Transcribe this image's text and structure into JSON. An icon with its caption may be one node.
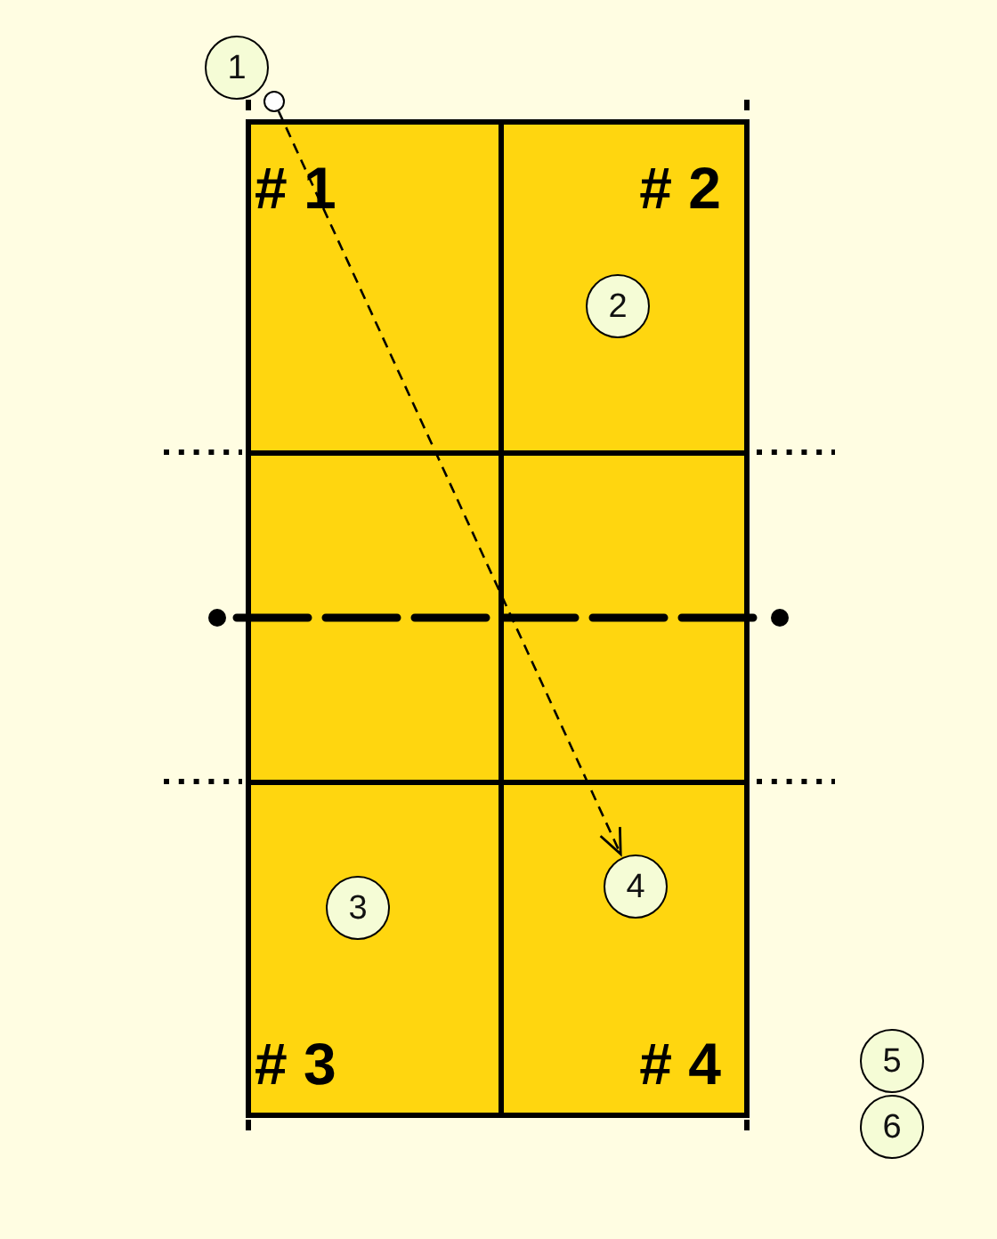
{
  "diagram": {
    "nodes": [
      {
        "text": [
          "1"
        ]
      },
      {
        "text": [],
        "shape": "circle"
      },
      {
        "text": [
          "# 1",
          "# 2",
          "# 3",
          "# 4"
        ]
      },
      {
        "text": [
          "2"
        ],
        "in": 2
      },
      {
        "text": [
          "3"
        ],
        "in": 2
      },
      {
        "text": [
          "4"
        ],
        "in": 2
      },
      {
        "text": [
          "5"
        ]
      },
      {
        "text": [
          "6"
        ]
      }
    ],
    "edges": [
      {
        "from": 1,
        "to": 5,
        "arrow": "to",
        "style": "dashed"
      }
    ]
  }
}
